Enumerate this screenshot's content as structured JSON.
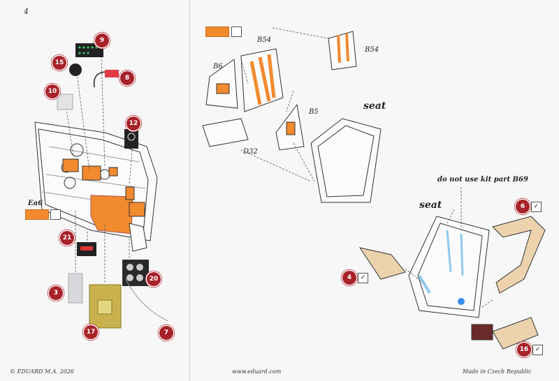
{
  "page_number": "4",
  "labels": {
    "b54_left": "B54",
    "b54_right": "B54",
    "b6": "B6",
    "b5": "B5",
    "d32": "D32",
    "seat_top": "seat",
    "seat_bottom": "seat",
    "note": "do not use kit part B69",
    "ea6": "Ea6"
  },
  "callouts": [
    "9",
    "15",
    "8",
    "10",
    "12",
    "21",
    "20",
    "3",
    "17",
    "7",
    "6",
    "4",
    "16"
  ],
  "check_mark": "✓",
  "footer": {
    "left": "© EDUARD  M.A. 2026",
    "center": "www.eduard.com",
    "right": "Made in Czech Republic"
  },
  "colors": {
    "callout": "#a8222a",
    "orange": "#f28a2e",
    "tan": "#ecd3ae",
    "blue": "#8ec9ee",
    "brass": "#c9b24e"
  }
}
